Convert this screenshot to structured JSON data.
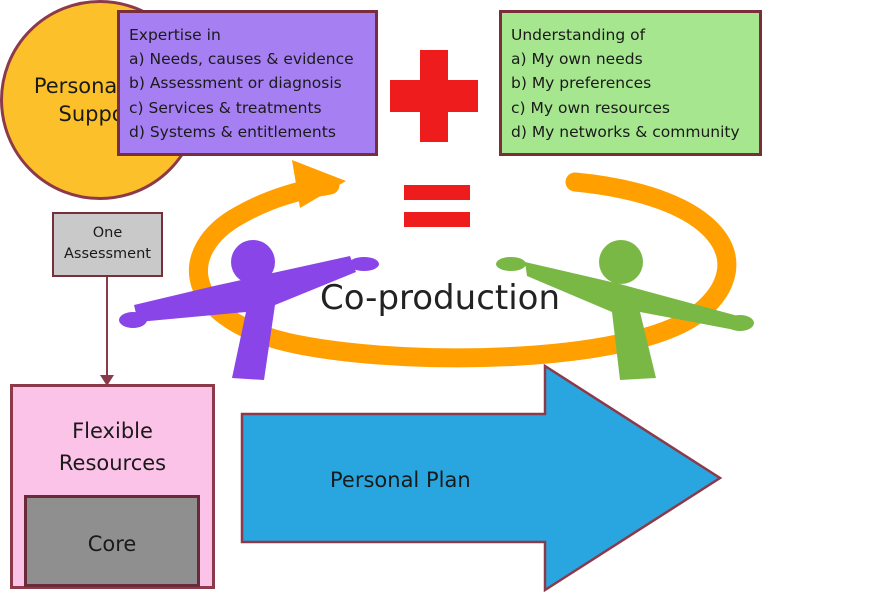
{
  "expertise": {
    "title": "Expertise in",
    "items": [
      "a) Needs, causes & evidence",
      "b) Assessment or diagnosis",
      "c) Services & treatments",
      "d) Systems & entitlements"
    ]
  },
  "understanding": {
    "title": "Understanding of",
    "items": [
      "a) My own needs",
      "b) My preferences",
      "c) My own resources",
      "d) My networks & community"
    ]
  },
  "assessment": {
    "line1": "One",
    "line2": "Assessment"
  },
  "coproduction": "Co-production",
  "flexible": {
    "line1": "Flexible",
    "line2": "Resources",
    "core": "Core"
  },
  "plan": "Personal Plan",
  "support": {
    "line1": "Personalised",
    "line2": "Support"
  },
  "colors": {
    "expertise_box": "#a680f2",
    "understanding_box": "#a6e68f",
    "plus_sign": "#ee1c1c",
    "equals_sign": "#ee1c1c",
    "loop_arrow": "#ffa000",
    "professional_figure": "#8a45e8",
    "person_figure": "#7ab846",
    "plan_arrow": "#29a6e0",
    "support_circle": "#fcc12a",
    "flexible_box": "#fcc3e8",
    "core_box": "#8f8f8f",
    "border": "#7a2e3c"
  }
}
